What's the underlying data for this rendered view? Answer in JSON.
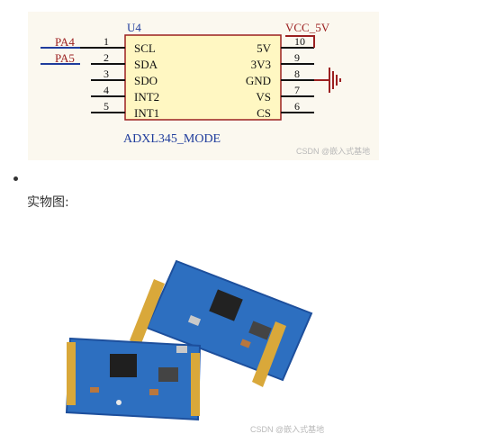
{
  "schematic": {
    "ref": "U4",
    "part_name": "ADXL345_MODE",
    "power_net": "VCC_5V",
    "left_nets": [
      "PA4",
      "PA5"
    ],
    "left_pins": [
      {
        "num": "1",
        "label": "SCL"
      },
      {
        "num": "2",
        "label": "SDA"
      },
      {
        "num": "3",
        "label": "SDO"
      },
      {
        "num": "4",
        "label": "INT2"
      },
      {
        "num": "5",
        "label": "INT1"
      }
    ],
    "right_pins": [
      {
        "num": "10",
        "label": "5V"
      },
      {
        "num": "9",
        "label": "3V3"
      },
      {
        "num": "8",
        "label": "GND"
      },
      {
        "num": "7",
        "label": "VS"
      },
      {
        "num": "6",
        "label": "CS"
      }
    ],
    "watermark": "CSDN @嵌入式基地"
  },
  "content": {
    "caption": "实物图:"
  },
  "photo": {
    "watermark": "CSDN @嵌入式基地"
  },
  "colors": {
    "schematic_bg": "#fbf8ef",
    "chip_fill": "#fff7c2",
    "chip_stroke": "#9b2020",
    "net_blue": "#1f3c9c",
    "pcb_blue": "#2d6fc0",
    "pcb_dark": "#1d4f9c"
  }
}
